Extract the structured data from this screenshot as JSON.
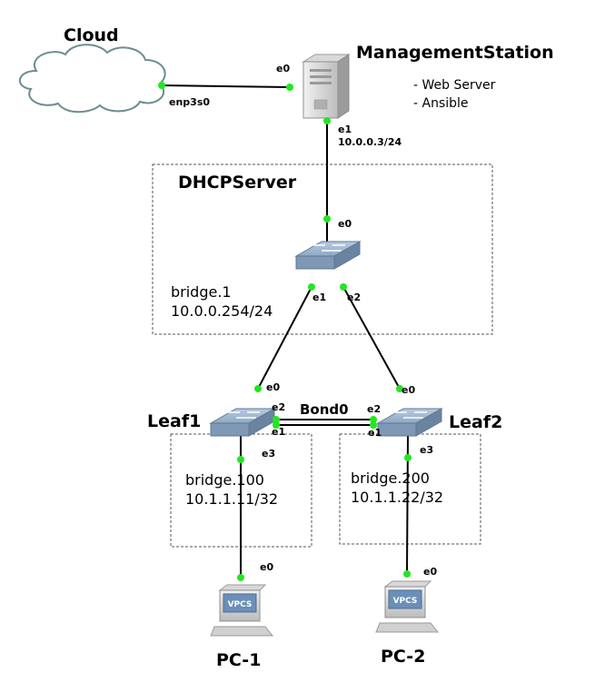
{
  "nodes": {
    "cloud": {
      "label": "Cloud"
    },
    "management": {
      "label": "ManagementStation",
      "notes": [
        "- Web Server",
        "- Ansible"
      ]
    },
    "dhcp": {
      "label": "DHCPServer"
    },
    "leaf1": {
      "label": "Leaf1"
    },
    "leaf2": {
      "label": "Leaf2"
    },
    "pc1": {
      "label": "PC-1",
      "screen": "VPCS"
    },
    "pc2": {
      "label": "PC-2",
      "screen": "VPCS"
    }
  },
  "bond": {
    "label": "Bond0"
  },
  "zones": {
    "dhcp": {
      "name": "bridge.1",
      "ip": "10.0.0.254/24"
    },
    "leaf1": {
      "name": "bridge.100",
      "ip": "10.1.1.11/32"
    },
    "leaf2": {
      "name": "bridge.200",
      "ip": "10.1.1.22/32"
    }
  },
  "ports": {
    "cloud_enp3s0": "enp3s0",
    "mgmt_e0": "e0",
    "mgmt_e1": "e1",
    "mgmt_e1_ip": "10.0.0.3/24",
    "dhcp_e0": "e0",
    "dhcp_e1": "e1",
    "dhcp_e2": "e2",
    "leaf1_e0": "e0",
    "leaf1_e2": "e2",
    "leaf1_e1": "e1",
    "leaf1_e3": "e3",
    "leaf2_e0": "e0",
    "leaf2_e2": "e2",
    "leaf2_e1": "e1",
    "leaf2_e3": "e3",
    "pc1_e0": "e0",
    "pc2_e0": "e0"
  },
  "colors": {
    "port_dot": "#22e622",
    "switch": "#7f9ab8",
    "cloud_stroke": "#6c8c8f"
  }
}
